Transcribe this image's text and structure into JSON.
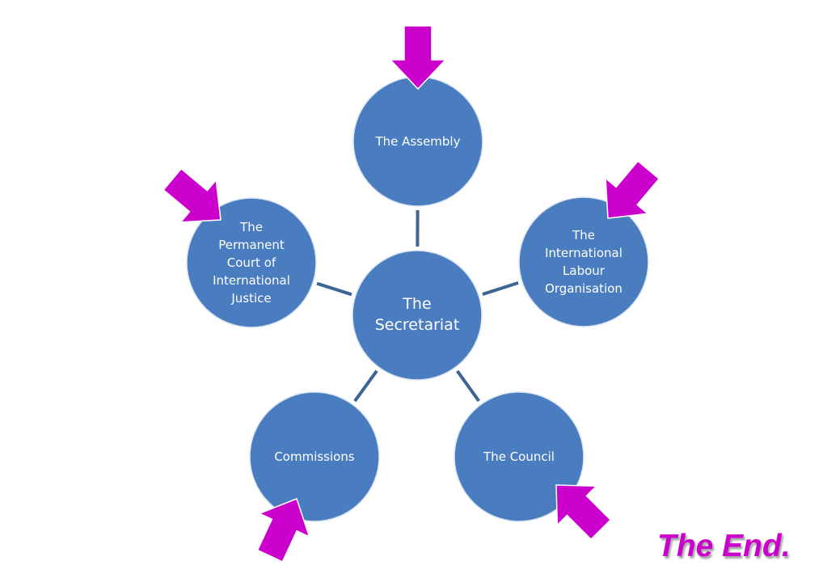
{
  "diagram": {
    "type": "hub-and-spoke",
    "colors": {
      "node_fill": "#4a7dbf",
      "connector": "#3d6594",
      "arrow": "#cc00cc",
      "label": "#ffffff"
    },
    "center": {
      "id": "secretariat",
      "lines": [
        "The",
        "Secretariat"
      ]
    },
    "nodes": [
      {
        "id": "assembly",
        "lines": [
          "The Assembly"
        ],
        "arrow": "pointing-down"
      },
      {
        "id": "ilo",
        "lines": [
          "The",
          "International",
          "Labour",
          "Organisation"
        ],
        "arrow": "pointing-down-left"
      },
      {
        "id": "council",
        "lines": [
          "The Council"
        ],
        "arrow": "pointing-up-left"
      },
      {
        "id": "commissions",
        "lines": [
          "Commissions"
        ],
        "arrow": "pointing-up-right"
      },
      {
        "id": "pcij",
        "lines": [
          "The",
          "Permanent",
          "Court of",
          "International",
          "Justice"
        ],
        "arrow": "pointing-down-right"
      }
    ]
  },
  "footer": {
    "closing_text": "The End."
  }
}
